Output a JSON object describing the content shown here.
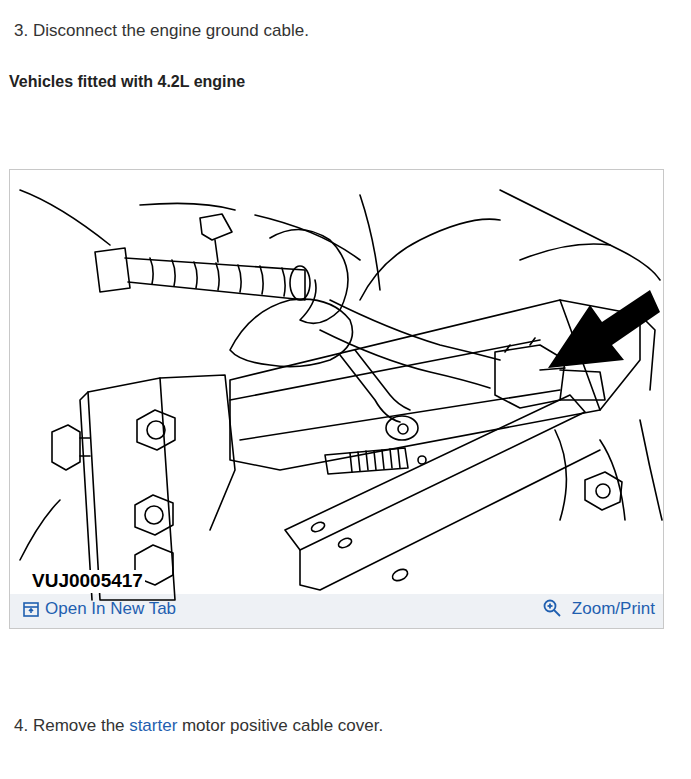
{
  "diagram": {
    "labels": [
      "3. Disconnect the engine ground cable.",
      "Vehicles fitted with 4.2L engine",
      "VUJ0005417",
      "Open In New Tab",
      "Zoom/Print",
      "4. Remove the",
      "starter",
      "motor positive cable cover."
    ]
  }
}
